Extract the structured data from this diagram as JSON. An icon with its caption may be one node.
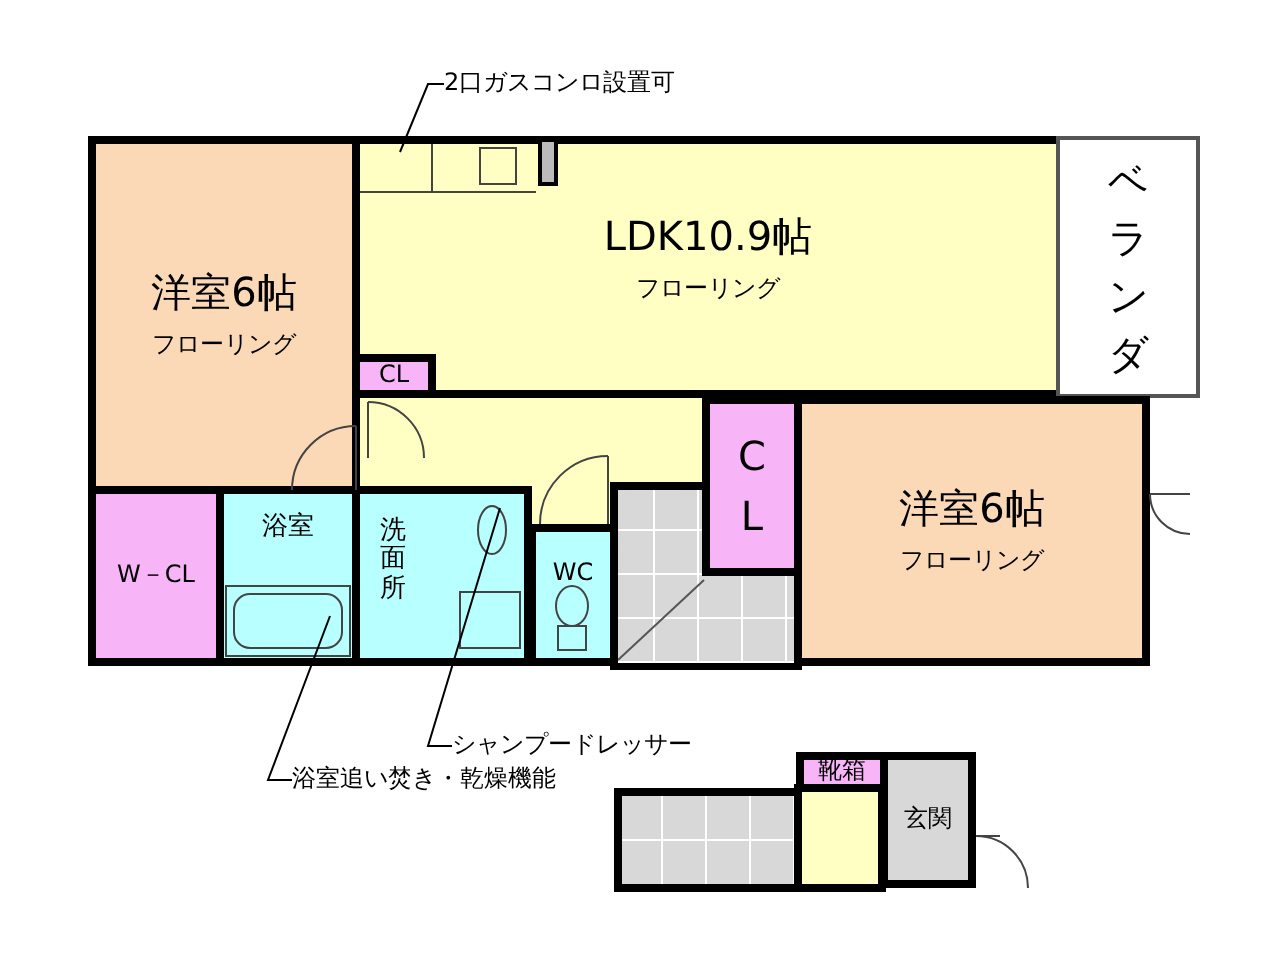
{
  "diagram": {
    "nodes": [
      {
        "text": [
          "洋室6帖",
          "フローリング"
        ]
      },
      {
        "text": [
          "LDK10.9帖",
          "フローリング"
        ]
      },
      {
        "text": [
          "ベランダ"
        ]
      },
      {
        "text": [
          "CL"
        ],
        "in": 1
      },
      {
        "text": [
          "C L"
        ]
      },
      {
        "text": [
          "洋室6帖",
          "フローリング"
        ]
      },
      {
        "text": [
          "W－CL"
        ]
      },
      {
        "text": [
          "浴室"
        ]
      },
      {
        "text": [
          "洗面所"
        ]
      },
      {
        "text": [
          "WC"
        ]
      },
      {
        "text": [
          "靴箱"
        ]
      },
      {
        "text": [
          "玄関"
        ]
      },
      {
        "text": [
          "2口ガスコンロ設置可"
        ]
      },
      {
        "text": [
          "シャンプードレッサー"
        ]
      },
      {
        "text": [
          "浴室追い焚き・乾燥機能"
        ]
      }
    ],
    "edges": [
      {
        "from": 12,
        "to": 1,
        "arrow": "none"
      },
      {
        "from": 13,
        "to": 8,
        "arrow": "none"
      },
      {
        "from": 14,
        "to": 7,
        "arrow": "none"
      }
    ]
  }
}
